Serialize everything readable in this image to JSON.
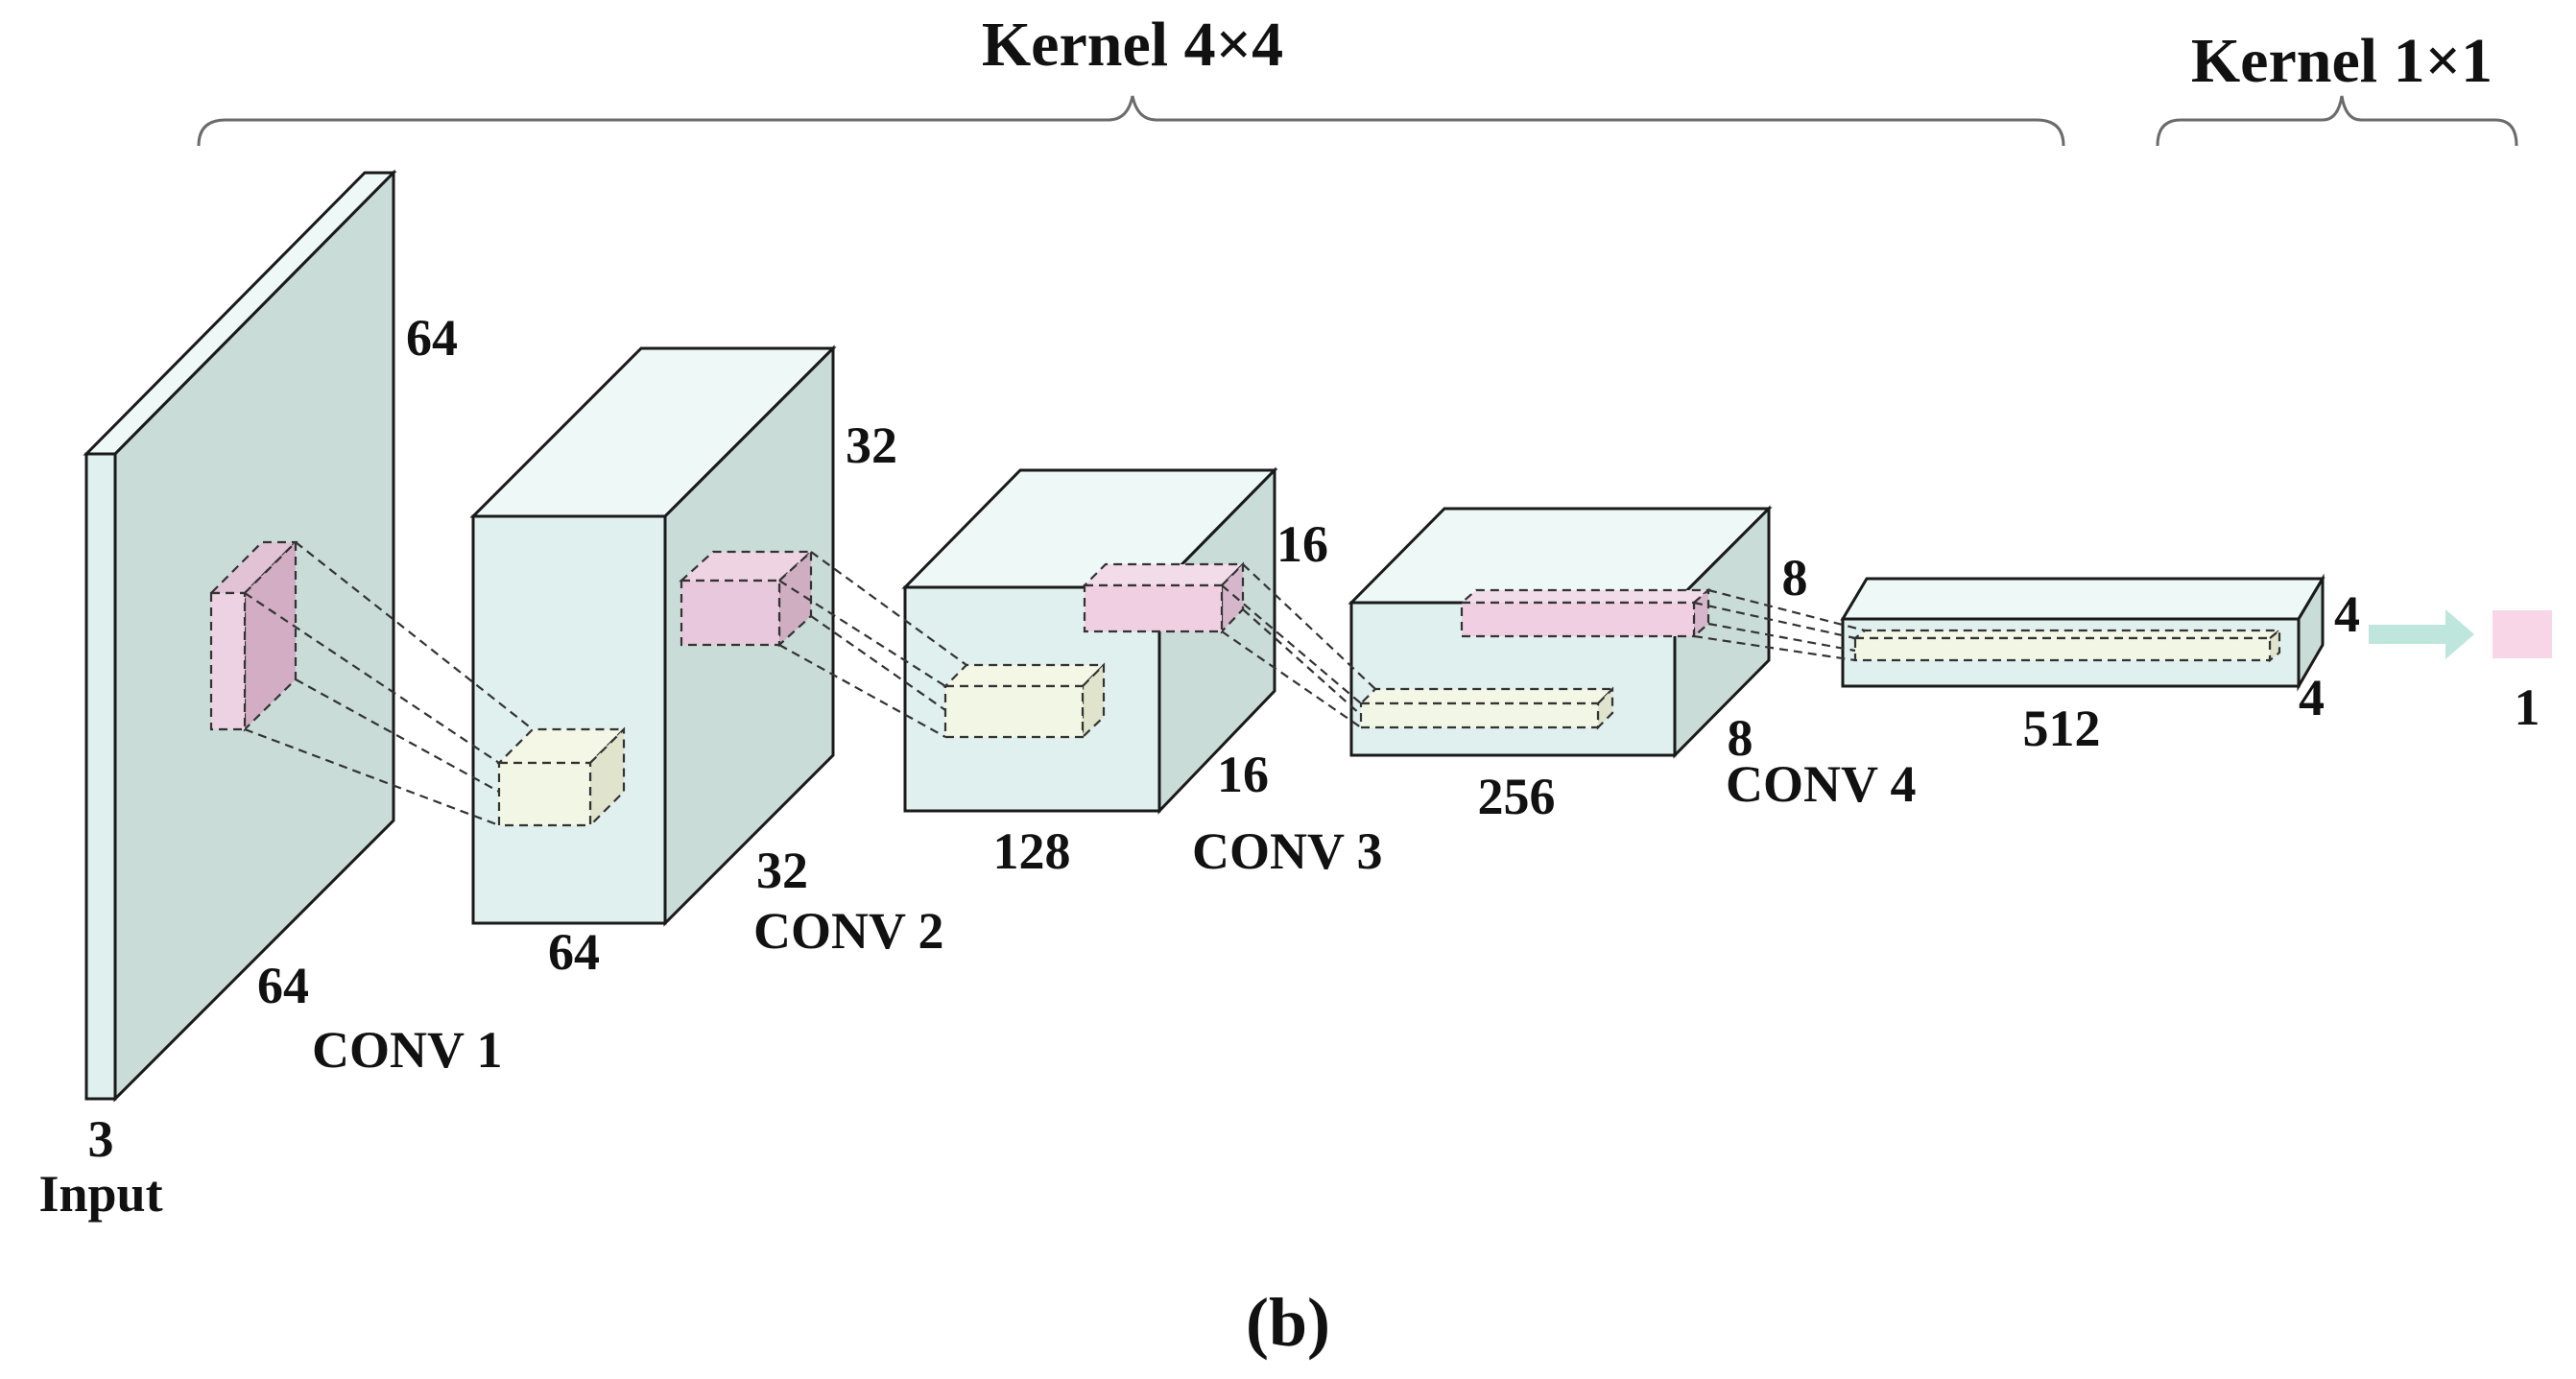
{
  "kernels": {
    "main": "Kernel 4×4",
    "final": "Kernel 1×1"
  },
  "layers": {
    "input": {
      "name": "Input",
      "channels": "3",
      "height": "64",
      "width": "64"
    },
    "conv1": {
      "name": "CONV 1",
      "height": "32",
      "width": "32",
      "channels": "64"
    },
    "conv2": {
      "name": "CONV 2",
      "height": "16",
      "width": "16",
      "channels": "128"
    },
    "conv3": {
      "name": "CONV 3",
      "height": "8",
      "width": "8",
      "channels": "256"
    },
    "conv4": {
      "name": "CONV 4",
      "height": "4",
      "width": "4",
      "channels": "512"
    }
  },
  "output": {
    "value": "1"
  },
  "caption": "(b)",
  "colors": {
    "block_front": "#dff0ee",
    "block_side": "#c9dcd8",
    "kernel_source": "#e8c8dc",
    "kernel_target": "#f2f6e4",
    "arrow": "#bfe6dc",
    "output": "#f8d6e8"
  }
}
